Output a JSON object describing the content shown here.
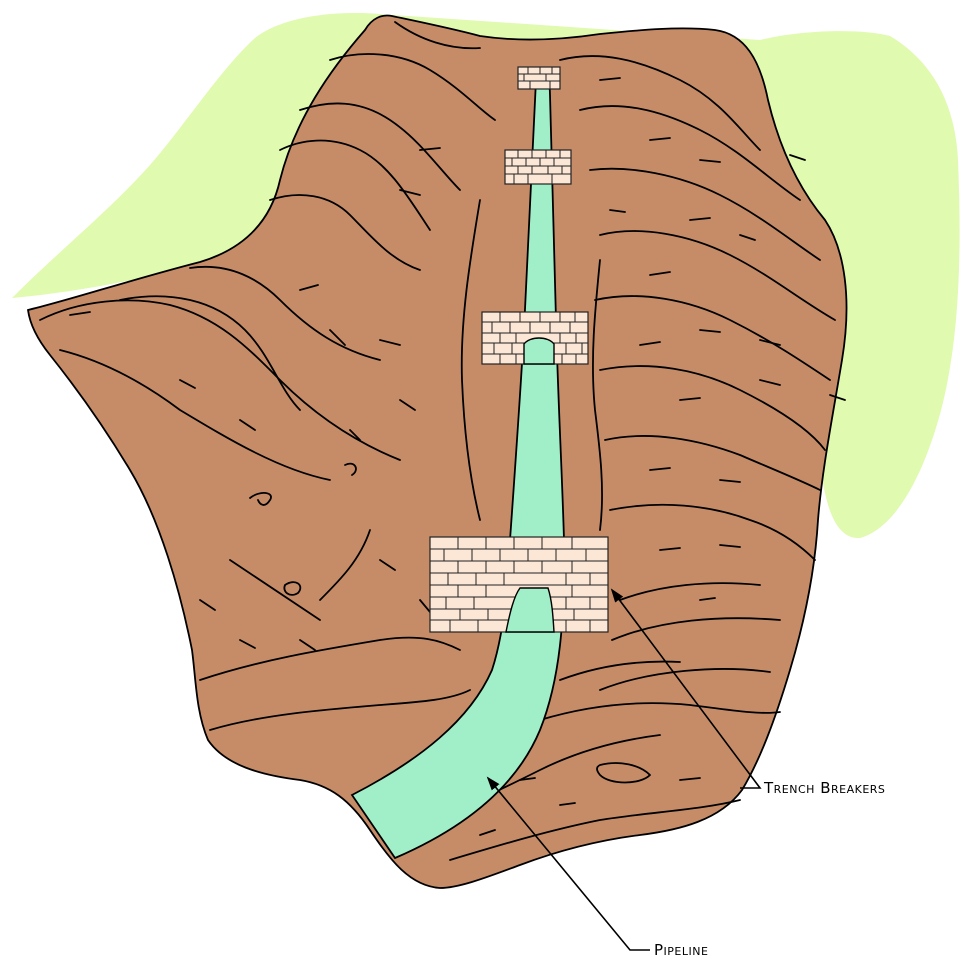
{
  "labels": {
    "trench_breakers": "Trench Breakers",
    "pipeline": "Pipeline"
  },
  "colors": {
    "vegetation": "#e0fab0",
    "soil": "#c68c68",
    "pipeline": "#a0efc8",
    "sandbag": "#fce6d6",
    "outline": "#000000"
  },
  "icons": {
    "trench_breaker": "stacked-sandbag-wall",
    "arrow": "arrowhead"
  }
}
